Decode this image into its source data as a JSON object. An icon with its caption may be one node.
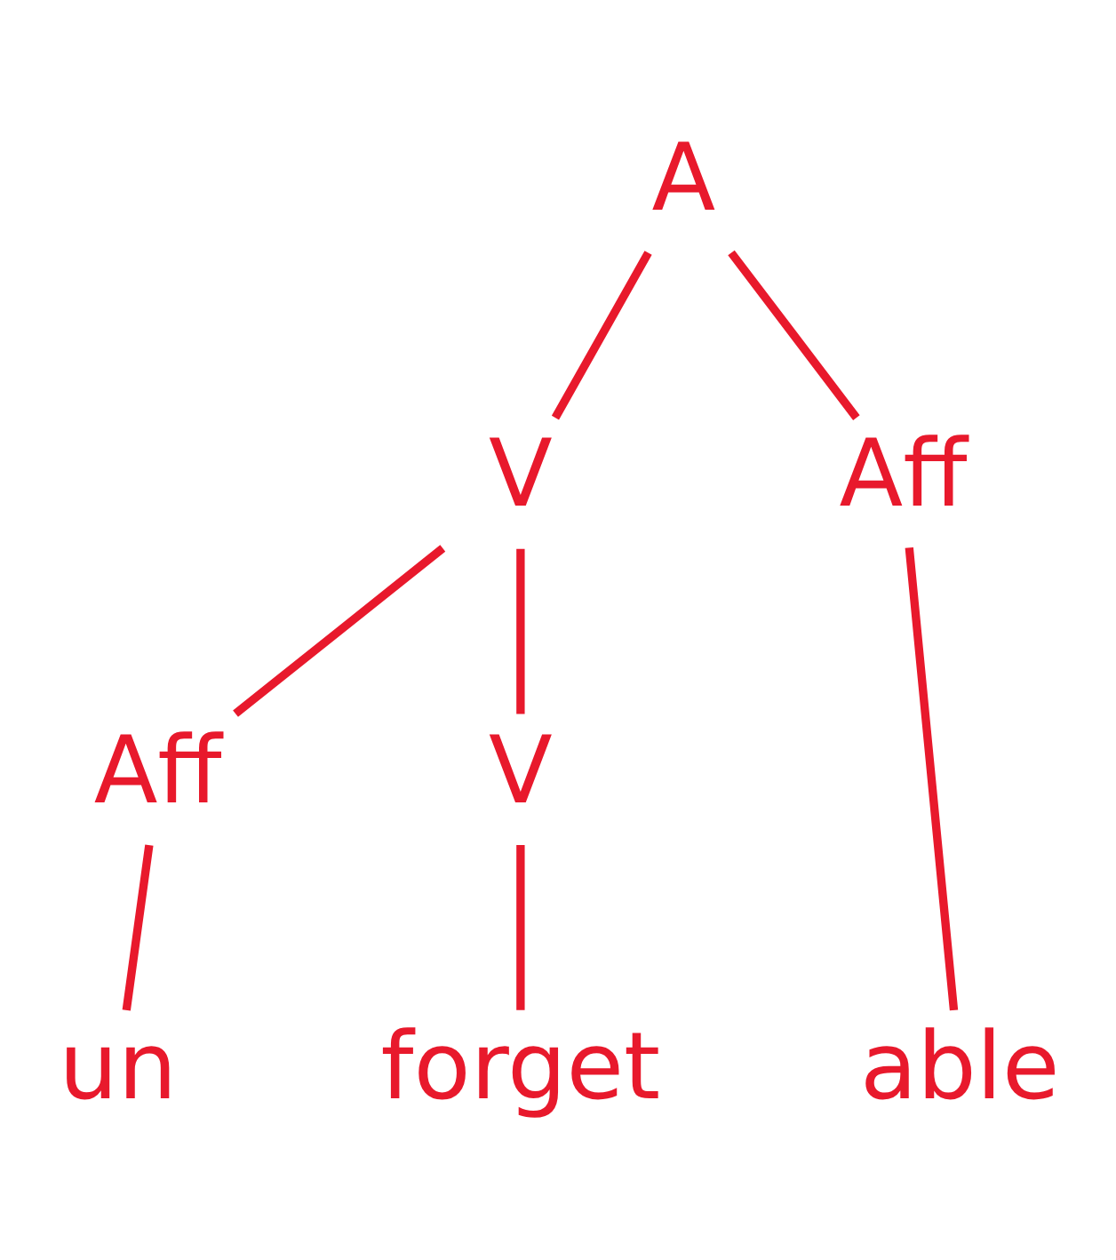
{
  "diagram": {
    "nodes": [
      {
        "text": [
          "A"
        ]
      },
      {
        "text": [
          "V"
        ]
      },
      {
        "text": [
          "Aff"
        ]
      },
      {
        "text": [
          "Aff"
        ]
      },
      {
        "text": [
          "V"
        ]
      },
      {
        "text": [
          "un"
        ]
      },
      {
        "text": [
          "forget"
        ]
      },
      {
        "text": [
          "able"
        ]
      }
    ],
    "edges": [
      {
        "from": 0,
        "to": 1,
        "arrow": "none"
      },
      {
        "from": 0,
        "to": 2,
        "arrow": "none"
      },
      {
        "from": 1,
        "to": 3,
        "arrow": "none"
      },
      {
        "from": 1,
        "to": 4,
        "arrow": "none"
      },
      {
        "from": 3,
        "to": 5,
        "arrow": "none"
      },
      {
        "from": 4,
        "to": 6,
        "arrow": "none"
      },
      {
        "from": 2,
        "to": 7,
        "arrow": "none"
      }
    ]
  }
}
